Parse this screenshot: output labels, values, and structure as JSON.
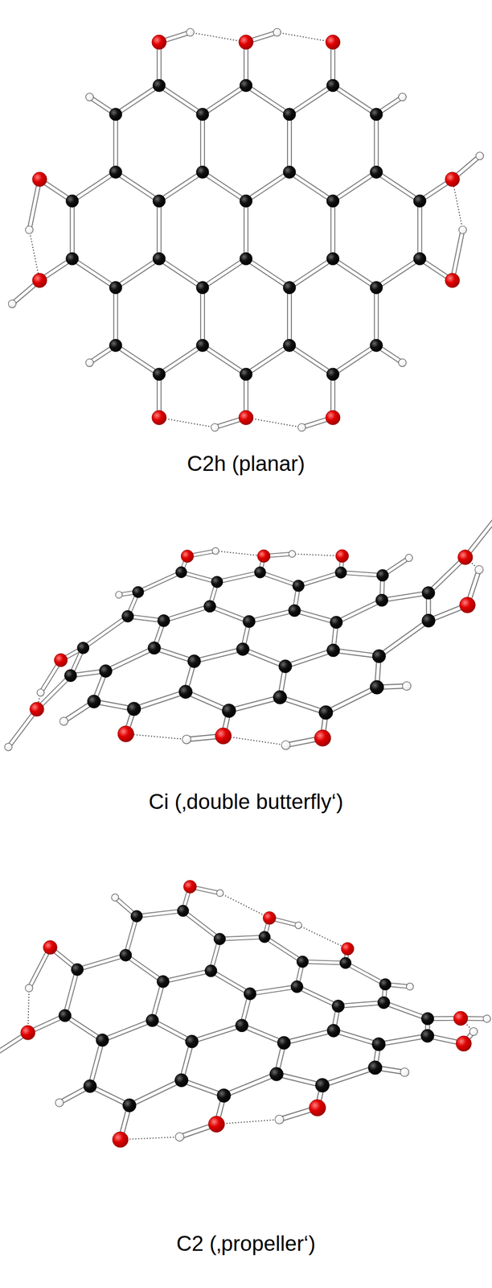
{
  "diagram": {
    "labels": [
      "C2h (planar)",
      "Ci (‚double butterfly‘)",
      "C2 (‚propeller‘)"
    ]
  }
}
